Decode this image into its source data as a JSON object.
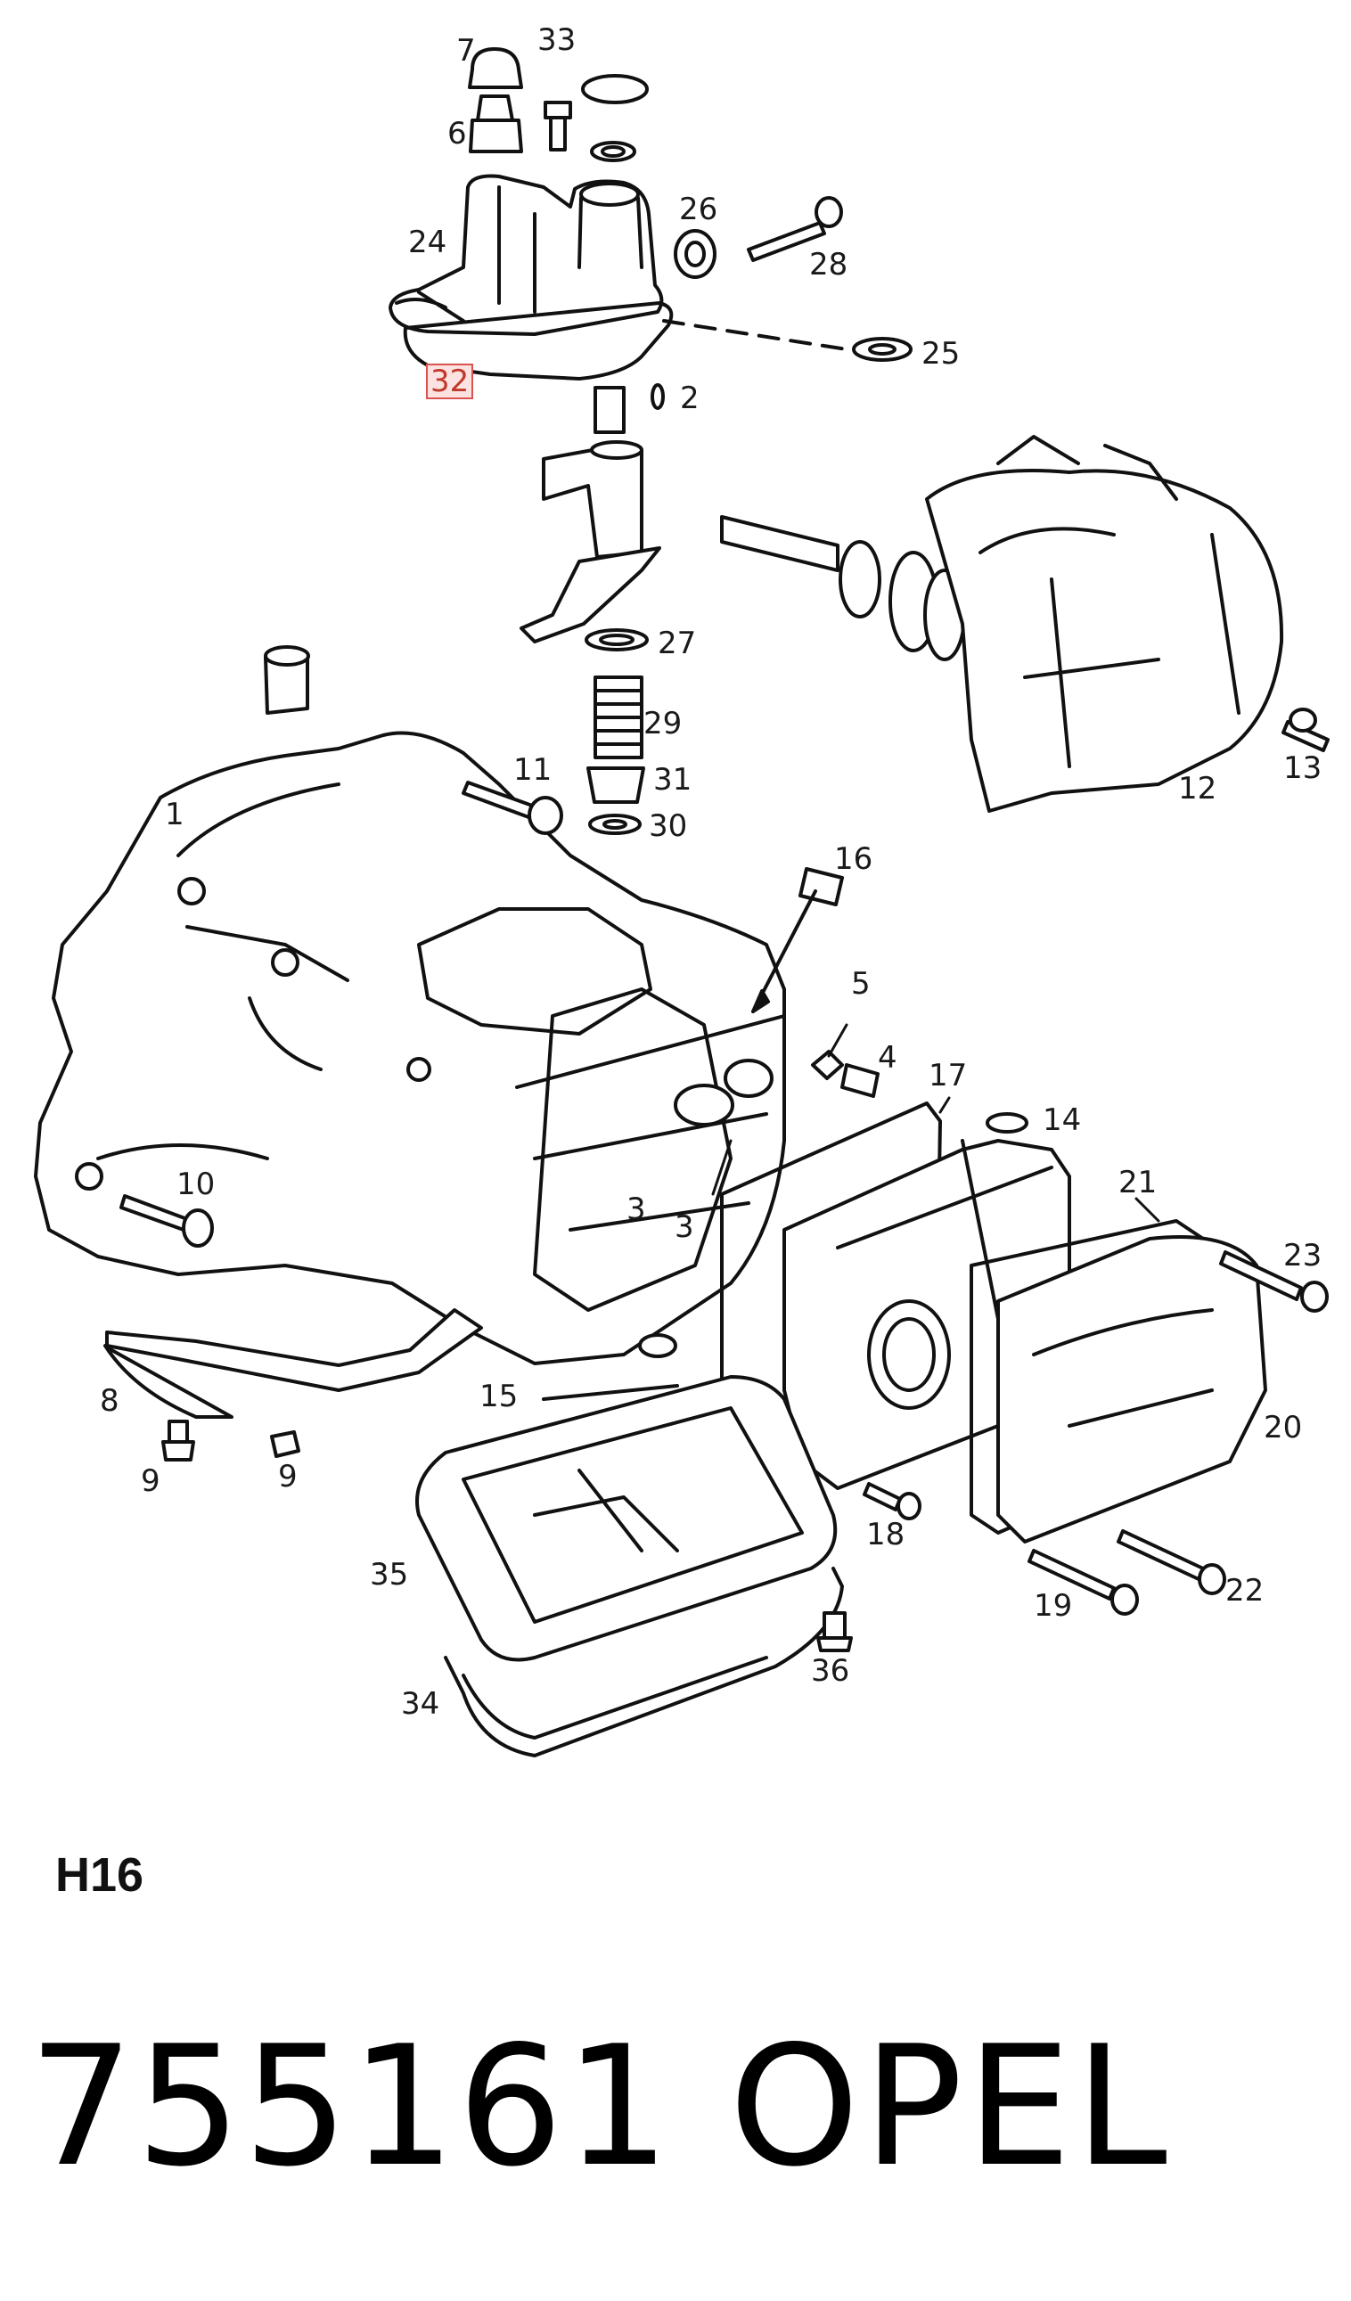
{
  "diagram": {
    "variant_label": "H16",
    "part_number": "755161",
    "brand": "OPEL",
    "highlight_color": "#d9534f",
    "highlighted_callout": "32",
    "callouts": [
      "7",
      "33",
      "6",
      "24",
      "26",
      "28",
      "25",
      "32",
      "2",
      "27",
      "29",
      "31",
      "30",
      "11",
      "1",
      "12",
      "13",
      "16",
      "5",
      "4",
      "17",
      "14",
      "10",
      "3",
      "3",
      "21",
      "23",
      "20",
      "8",
      "9",
      "9",
      "15",
      "18",
      "35",
      "22",
      "19",
      "36",
      "34"
    ]
  }
}
